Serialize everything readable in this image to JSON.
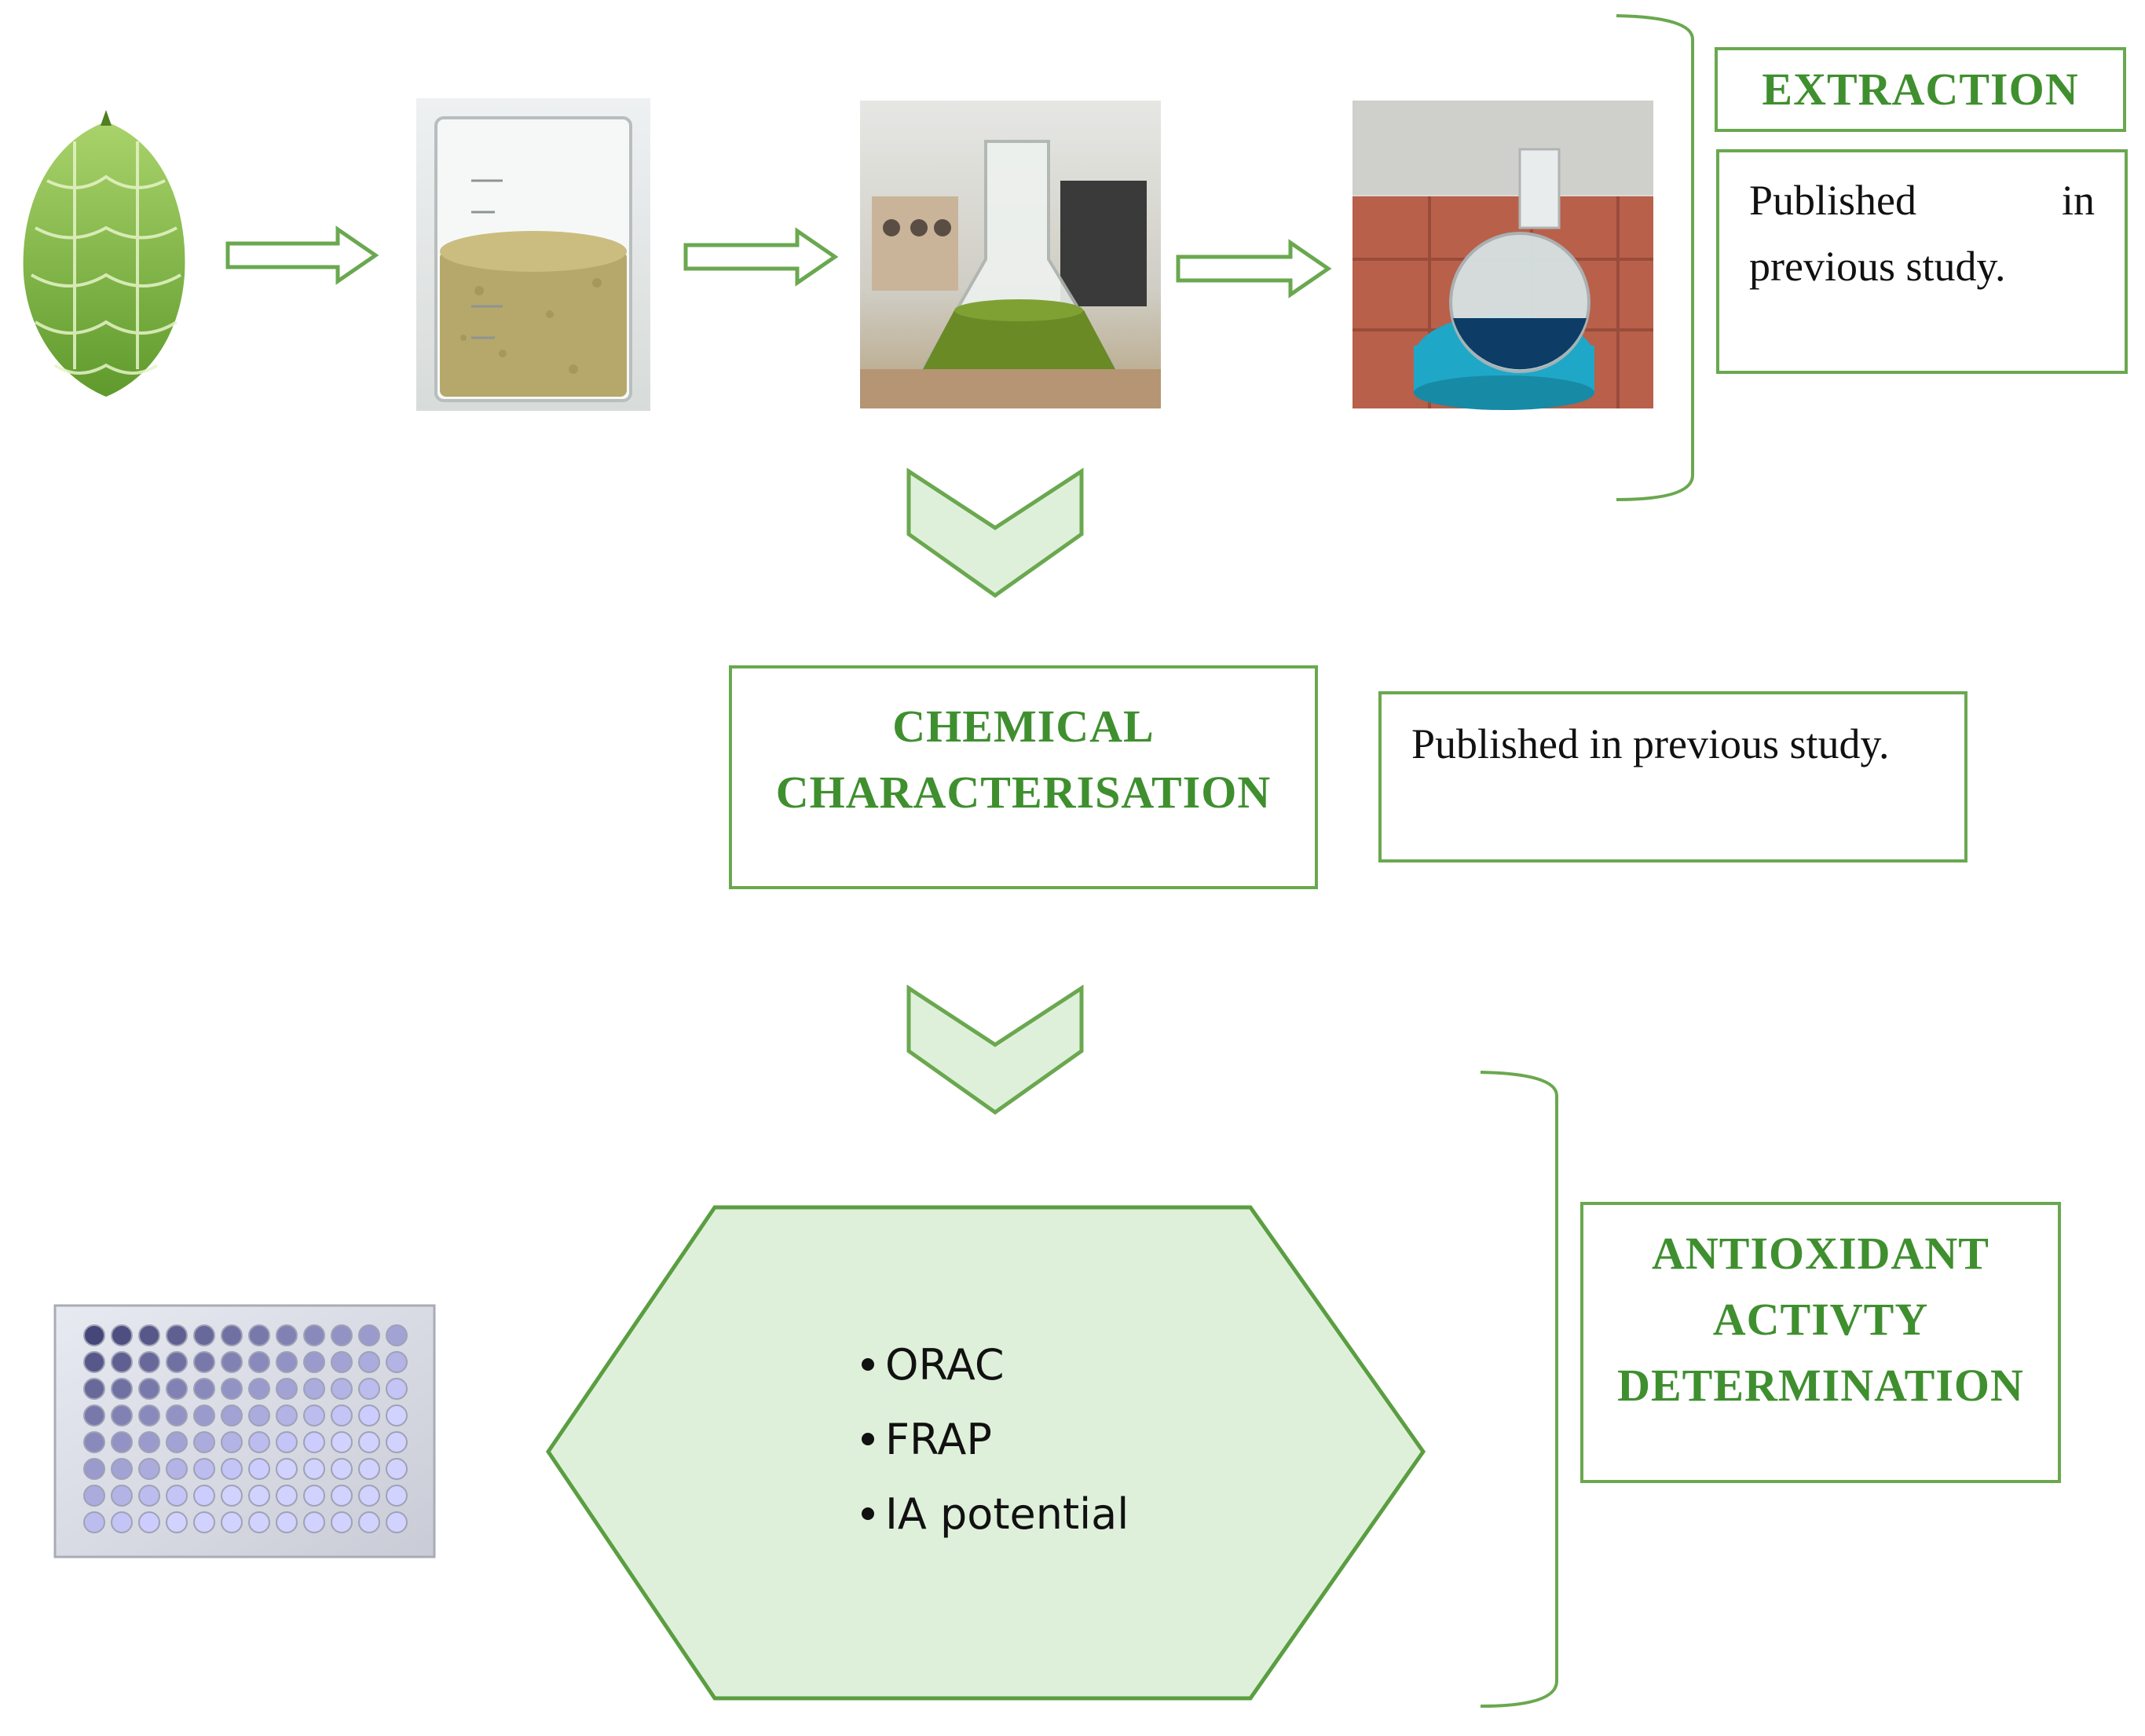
{
  "extraction": {
    "title": "EXTRACTION",
    "note": "Published in previous study."
  },
  "characterisation": {
    "title_line1": "CHEMICAL",
    "title_line2": "CHARACTERISATION",
    "note": "Published in previous study."
  },
  "antioxidant": {
    "title_line1": "ANTIOXIDANT",
    "title_line2": "ACTIVTY",
    "title_line3": "DETERMINATION",
    "methods": [
      "ORAC",
      "FRAP",
      "IA potential"
    ]
  },
  "colors": {
    "accent_green": "#3f8f2f",
    "outline_green": "#6aa84f",
    "fill_green": "#dff0da"
  }
}
